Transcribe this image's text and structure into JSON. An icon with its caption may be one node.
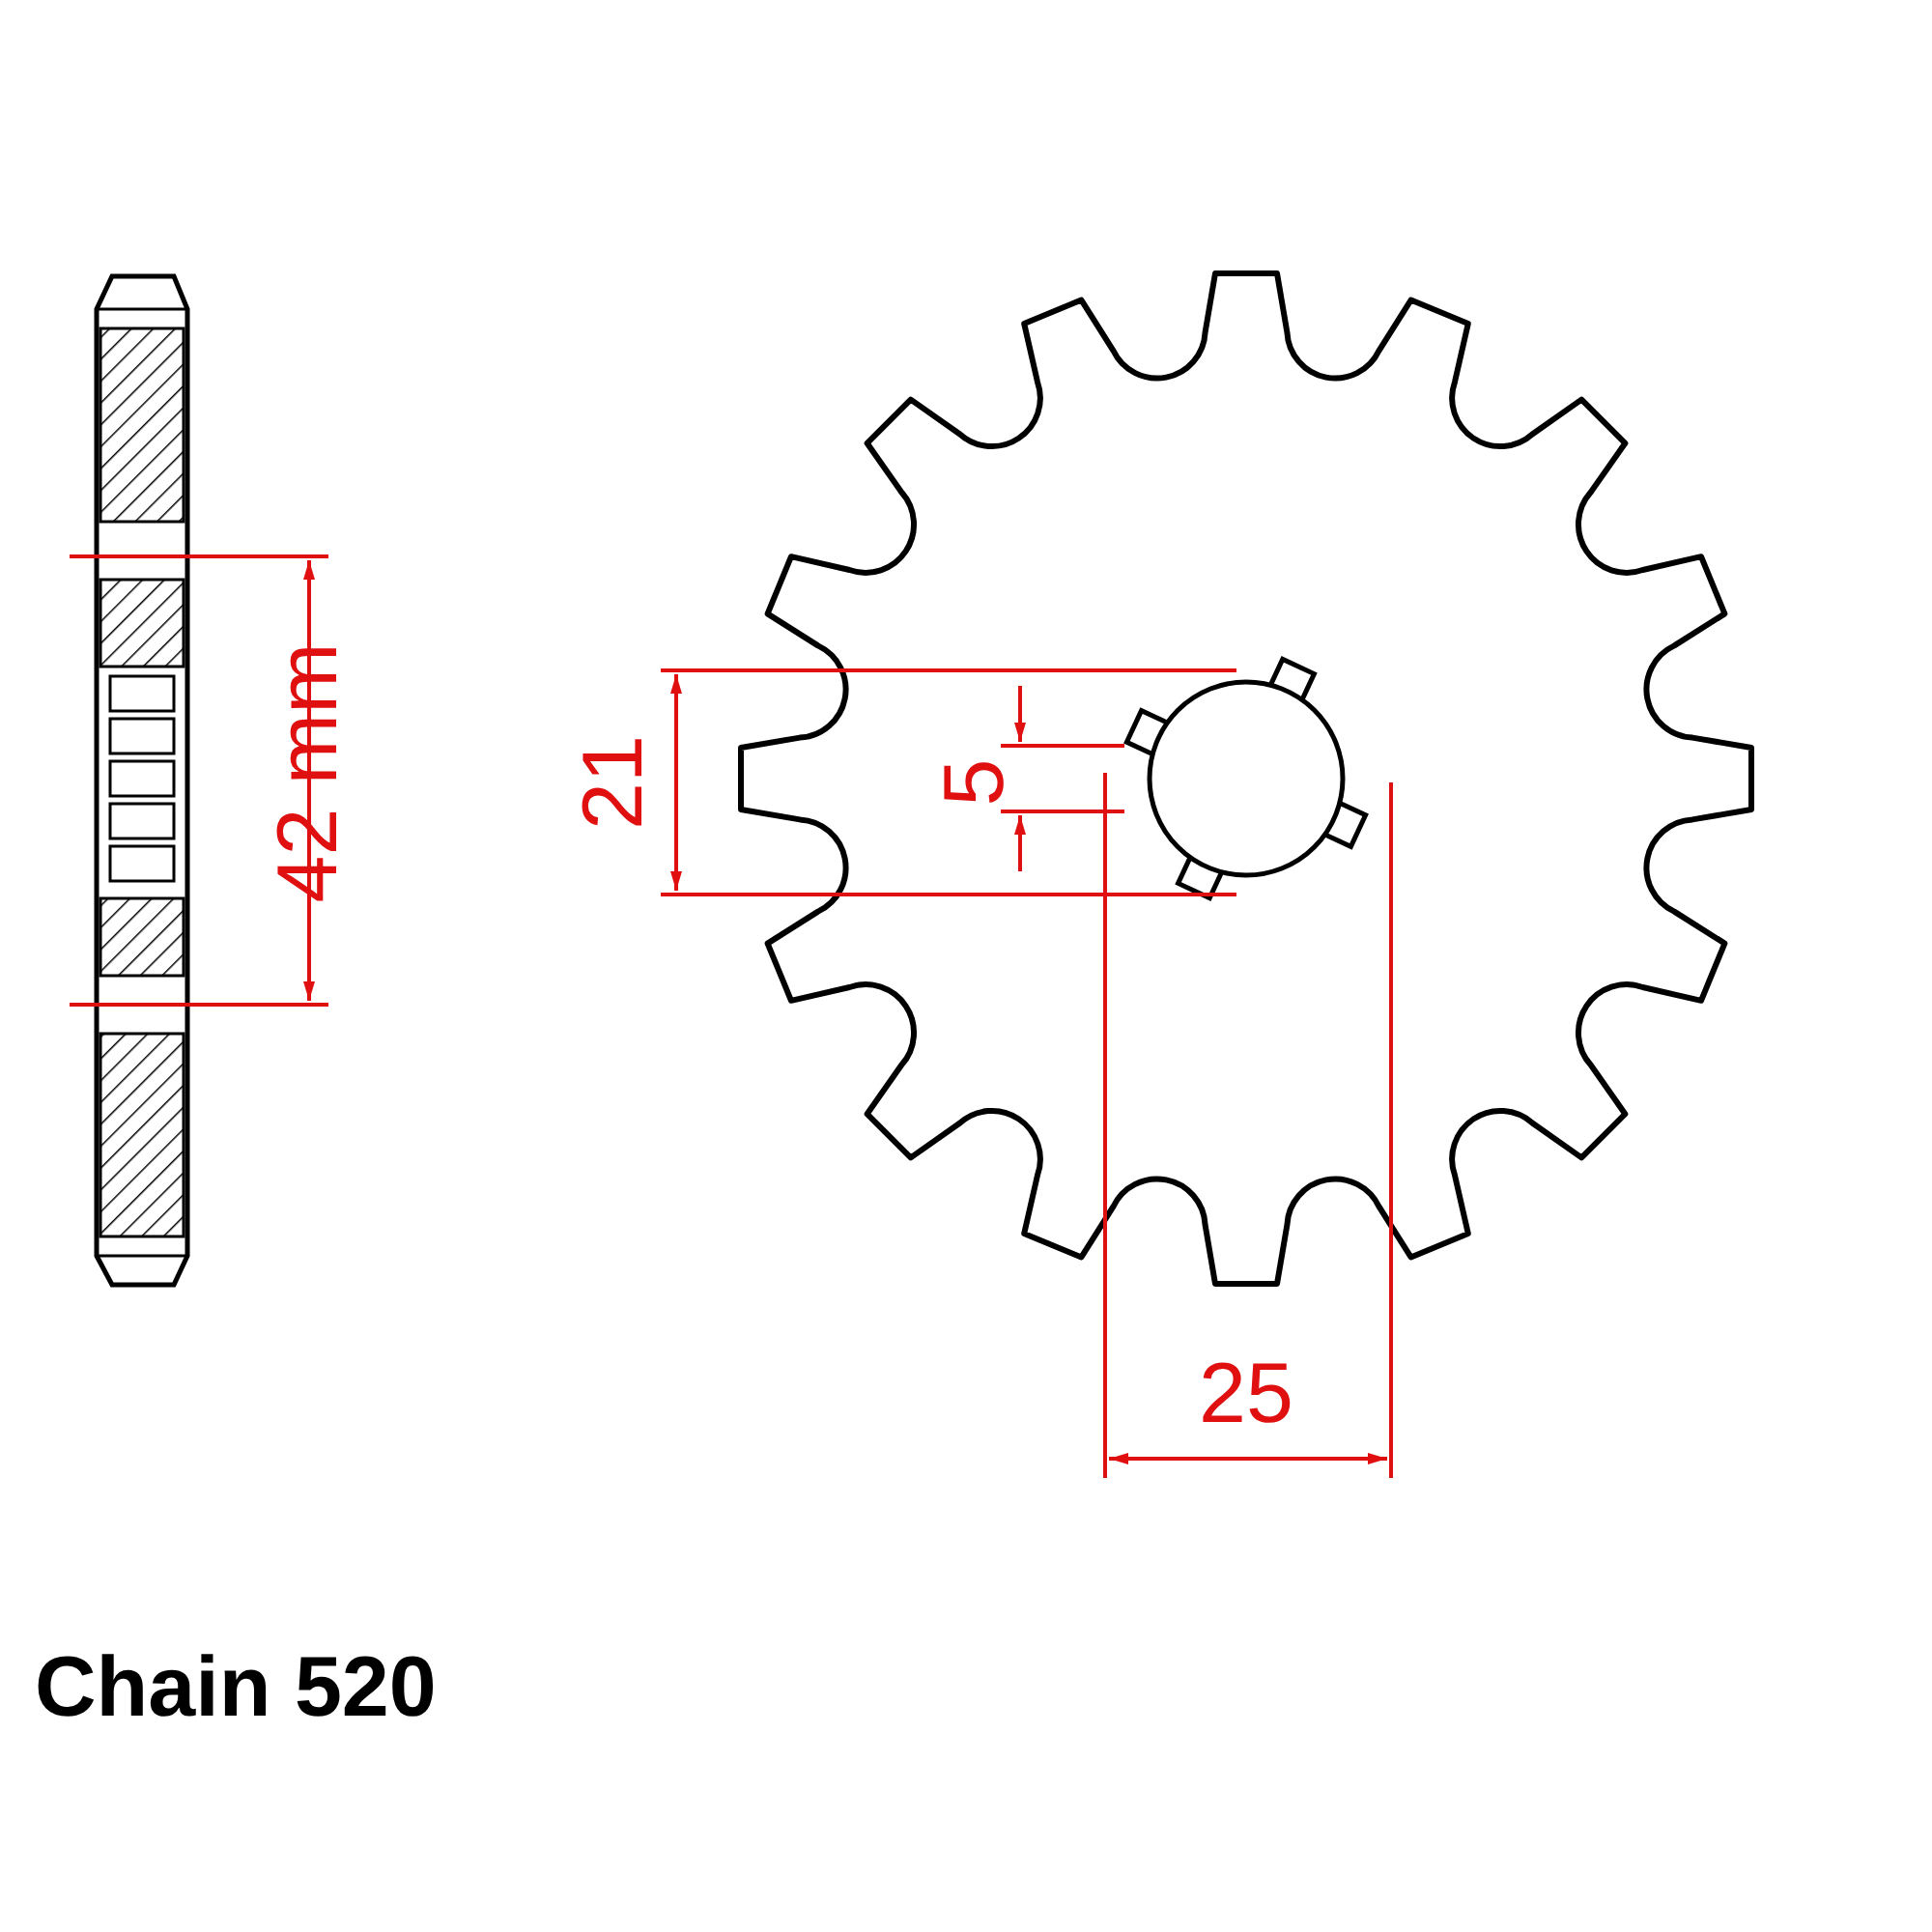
{
  "diagram": {
    "caption": "Chain 520",
    "labels": [
      "42 mm",
      "21",
      "5",
      "25"
    ]
  }
}
